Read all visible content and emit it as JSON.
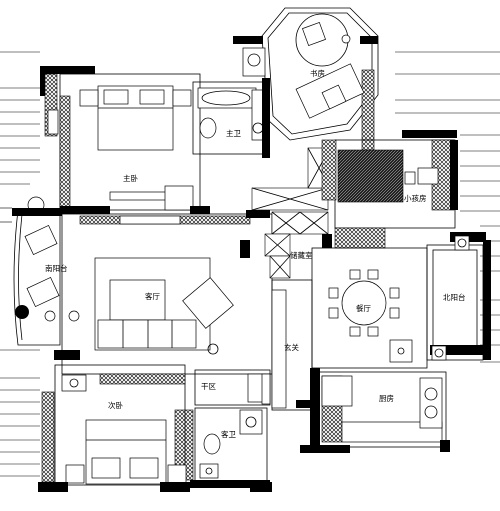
{
  "rooms": {
    "study": "书房",
    "master_bath": "主卫",
    "master_bedroom": "主卧",
    "kids_room": "小孩房",
    "south_balcony": "南阳台",
    "living_room": "客厅",
    "shoe_cabinet": "储藏室",
    "dining_room": "餐厅",
    "north_balcony": "北阳台",
    "foyer": "玄关",
    "dry_area": "干区",
    "second_bedroom": "次卧",
    "guest_bath": "客卫",
    "kitchen": "厨房"
  }
}
